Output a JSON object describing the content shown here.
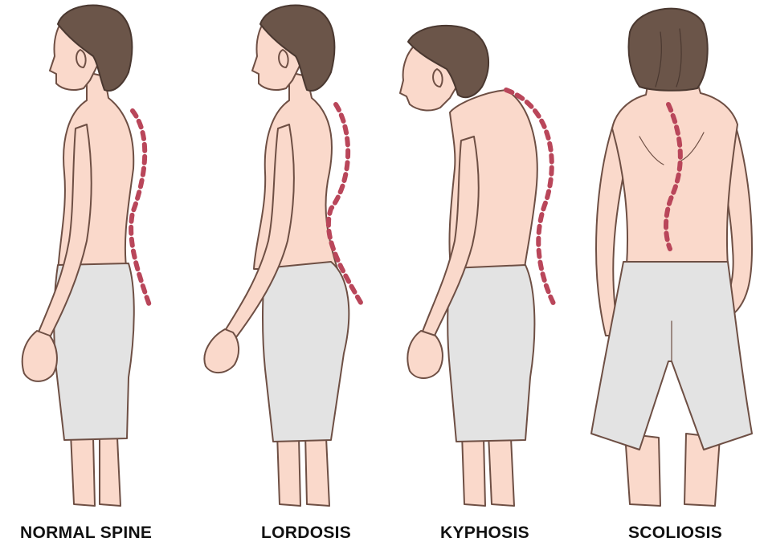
{
  "captions": {
    "normal": "NORMAL SPINE",
    "lordosis": "LORDOSIS",
    "kyphosis": "KYPHOSIS",
    "scoliosis": "SCOLIOSIS"
  },
  "colors": {
    "skin": "#fad9cb",
    "skin_outline": "#6e4f44",
    "hair": "#6b5549",
    "shorts": "#e3e3e3",
    "spine_marker": "#b9465a",
    "caption": "#111111"
  }
}
